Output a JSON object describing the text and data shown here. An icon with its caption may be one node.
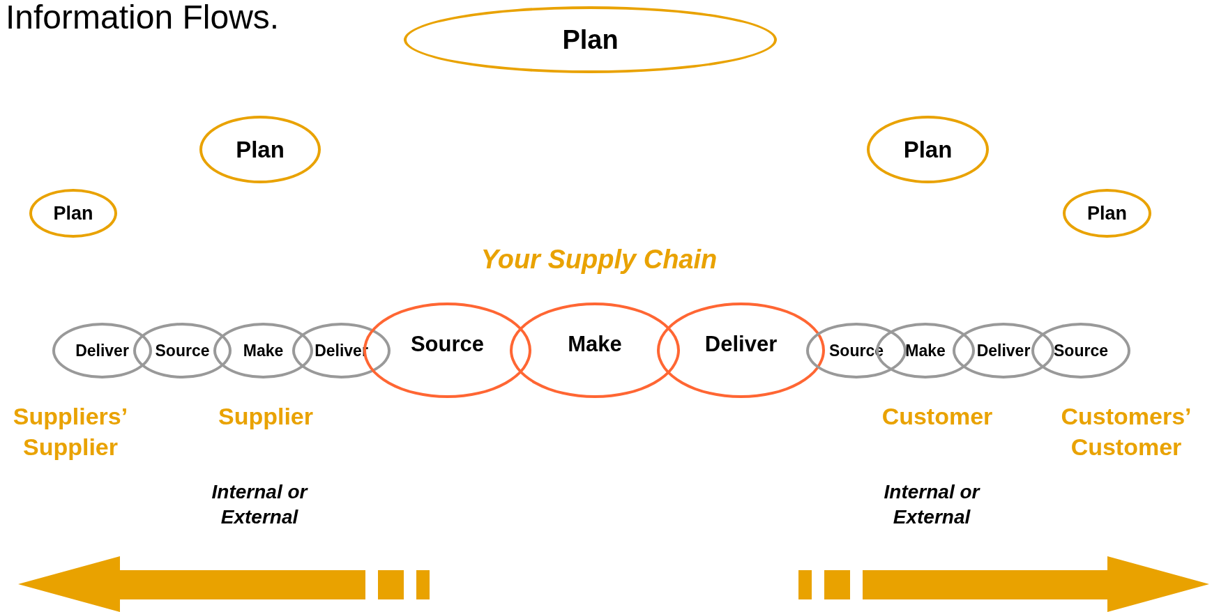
{
  "diagram": {
    "nodes": [
      {
        "text": [
          "Plan"
        ]
      },
      {
        "text": [
          "Plan"
        ]
      },
      {
        "text": [
          "Plan"
        ]
      },
      {
        "text": [
          "Plan"
        ]
      },
      {
        "text": [
          "Plan"
        ]
      },
      {
        "text": [
          "Deliver"
        ]
      },
      {
        "text": [
          "Source"
        ]
      },
      {
        "text": [
          "Make"
        ]
      },
      {
        "text": [
          "Deliver"
        ]
      },
      {
        "text": [
          "Source"
        ]
      },
      {
        "text": [
          "Make"
        ]
      },
      {
        "text": [
          "Deliver"
        ]
      },
      {
        "text": [
          "Source"
        ]
      },
      {
        "text": [
          "Make"
        ]
      },
      {
        "text": [
          "Deliver"
        ]
      },
      {
        "text": [
          "Source"
        ]
      }
    ],
    "labels": [
      "Information Flows.",
      "Your Supply Chain",
      "Suppliers’ Supplier",
      "Supplier",
      "Customer",
      "Customers’ Customer",
      "Internal or External",
      "Internal or External"
    ]
  }
}
